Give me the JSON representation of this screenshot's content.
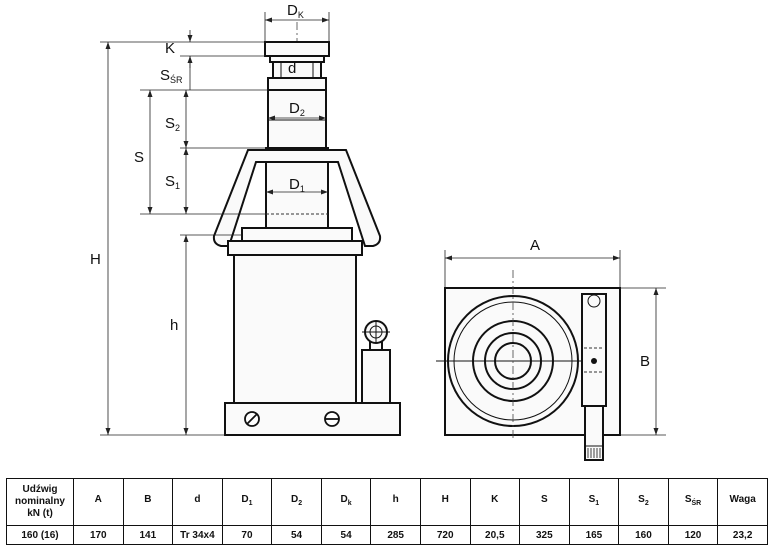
{
  "drawing": {
    "labels": {
      "Dk_main": "D",
      "Dk_sub": "K",
      "K": "K",
      "d": "d",
      "Ssr_main": "S",
      "Ssr_sub": "ŚR",
      "D2_main": "D",
      "D2_sub": "2",
      "S2_main": "S",
      "S2_sub": "2",
      "S": "S",
      "D1_main": "D",
      "D1_sub": "1",
      "S1_main": "S",
      "S1_sub": "1",
      "H": "H",
      "h": "h",
      "A": "A",
      "B": "B"
    }
  },
  "table": {
    "headers": [
      {
        "line1": "Udźwig",
        "line2": "nominalny",
        "line3": "kN (t)"
      },
      {
        "main": "A",
        "sub": ""
      },
      {
        "main": "B",
        "sub": ""
      },
      {
        "main": "d",
        "sub": ""
      },
      {
        "main": "D",
        "sub": "1"
      },
      {
        "main": "D",
        "sub": "2"
      },
      {
        "main": "D",
        "sub": "k"
      },
      {
        "main": "h",
        "sub": ""
      },
      {
        "main": "H",
        "sub": ""
      },
      {
        "main": "K",
        "sub": ""
      },
      {
        "main": "S",
        "sub": ""
      },
      {
        "main": "S",
        "sub": "1"
      },
      {
        "main": "S",
        "sub": "2"
      },
      {
        "main": "S",
        "sub": "ŚR"
      },
      {
        "main": "Waga",
        "sub": ""
      }
    ],
    "row": [
      "160 (16)",
      "170",
      "141",
      "Tr 34x4",
      "70",
      "54",
      "54",
      "285",
      "720",
      "20,5",
      "325",
      "165",
      "160",
      "120",
      "23,2"
    ]
  }
}
